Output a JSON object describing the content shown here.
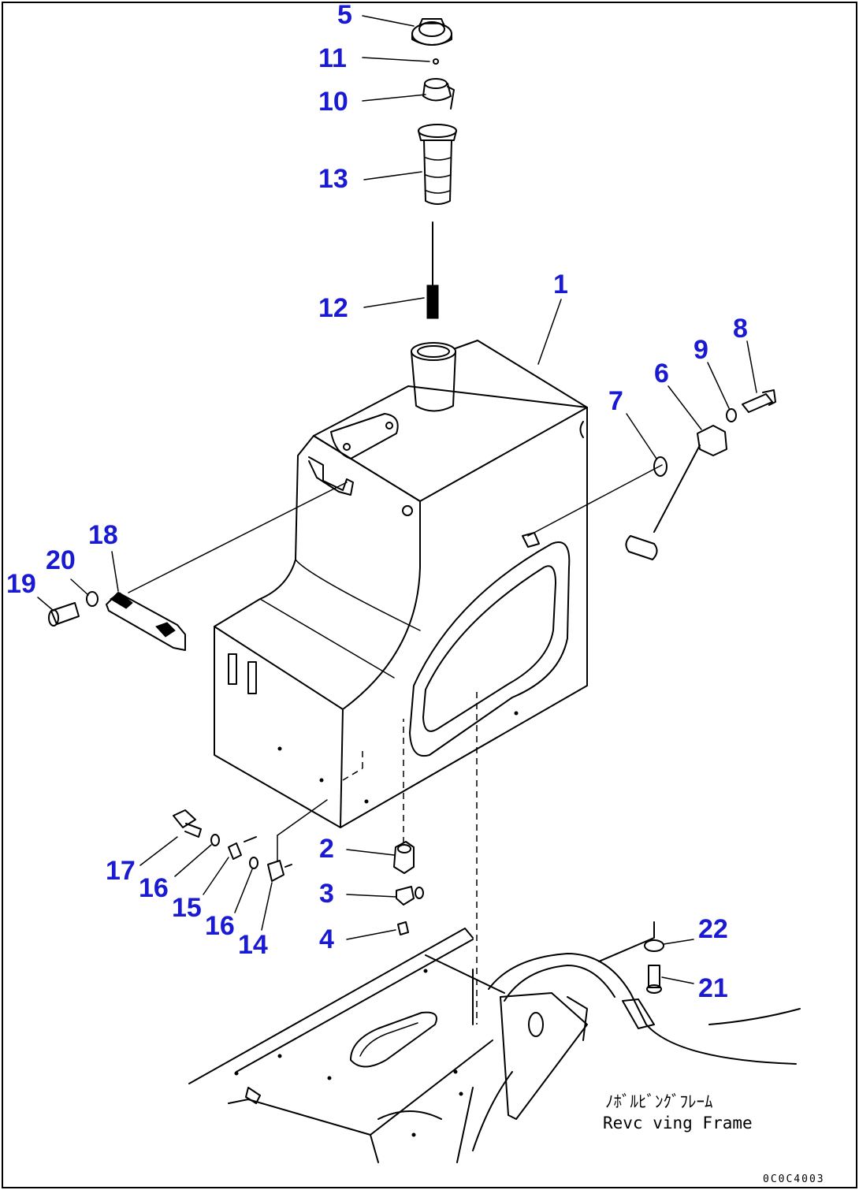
{
  "callouts": [
    {
      "id": "5",
      "label": "5"
    },
    {
      "id": "11",
      "label": "11"
    },
    {
      "id": "10",
      "label": "10"
    },
    {
      "id": "13",
      "label": "13"
    },
    {
      "id": "12",
      "label": "12"
    },
    {
      "id": "1",
      "label": "1"
    },
    {
      "id": "8",
      "label": "8"
    },
    {
      "id": "9",
      "label": "9"
    },
    {
      "id": "6",
      "label": "6"
    },
    {
      "id": "7",
      "label": "7"
    },
    {
      "id": "18",
      "label": "18"
    },
    {
      "id": "20",
      "label": "20"
    },
    {
      "id": "19",
      "label": "19"
    },
    {
      "id": "2",
      "label": "2"
    },
    {
      "id": "3",
      "label": "3"
    },
    {
      "id": "4",
      "label": "4"
    },
    {
      "id": "17",
      "label": "17"
    },
    {
      "id": "16a",
      "label": "16"
    },
    {
      "id": "15",
      "label": "15"
    },
    {
      "id": "16b",
      "label": "16"
    },
    {
      "id": "14",
      "label": "14"
    },
    {
      "id": "22",
      "label": "22"
    },
    {
      "id": "21",
      "label": "21"
    }
  ],
  "frame_label": {
    "japanese": "ﾉﾎﾞﾙﾋﾞﾝｸﾞﾌﾚｰﾑ",
    "english": "Revc ving Frame"
  },
  "drawing_code": "0C0C4003"
}
